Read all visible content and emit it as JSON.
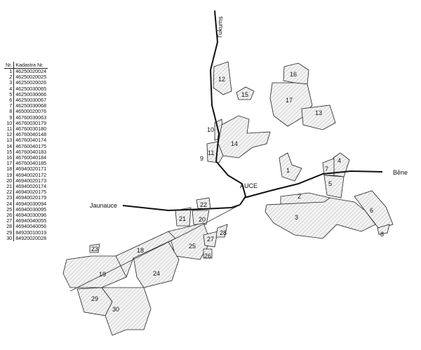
{
  "legend": {
    "header": {
      "nr": "Nr.",
      "kadastra": "Kadastra Nr."
    },
    "rows": [
      [
        "1",
        "46250020024"
      ],
      [
        "2",
        "46250020025"
      ],
      [
        "3",
        "46250020026"
      ],
      [
        "4",
        "46250030065"
      ],
      [
        "5",
        "46250030066"
      ],
      [
        "6",
        "46250030067"
      ],
      [
        "7",
        "46250030068"
      ],
      [
        "8",
        "46500020076"
      ],
      [
        "9",
        "46760030063"
      ],
      [
        "10",
        "46760030179"
      ],
      [
        "11",
        "46760030180"
      ],
      [
        "12",
        "46760040148"
      ],
      [
        "13",
        "46760040174"
      ],
      [
        "14",
        "46760040175"
      ],
      [
        "15",
        "46760040183"
      ],
      [
        "16",
        "46760040184"
      ],
      [
        "17",
        "46760040185"
      ],
      [
        "18",
        "46940020171"
      ],
      [
        "19",
        "46940020172"
      ],
      [
        "20",
        "46940020173"
      ],
      [
        "21",
        "46940020174"
      ],
      [
        "22",
        "46940020175"
      ],
      [
        "23",
        "46940020179"
      ],
      [
        "24",
        "46940030094"
      ],
      [
        "25",
        "46940030095"
      ],
      [
        "26",
        "46940030096"
      ],
      [
        "27",
        "46940040055"
      ],
      [
        "28",
        "46940040056"
      ],
      [
        "29",
        "84920010019"
      ],
      [
        "30",
        "84920020028"
      ]
    ]
  },
  "places": {
    "tukums": "Tukums",
    "auce": "AUCE",
    "bene": "Bēne",
    "jaunauce": "Jaunauce"
  },
  "parcel_labels": [
    "1",
    "2",
    "3",
    "4",
    "5",
    "6",
    "7",
    "8",
    "9",
    "10",
    "11",
    "12",
    "13",
    "14",
    "15",
    "16",
    "17",
    "18",
    "19",
    "20",
    "21",
    "22",
    "23",
    "24",
    "25",
    "26",
    "27",
    "28",
    "29",
    "30"
  ]
}
